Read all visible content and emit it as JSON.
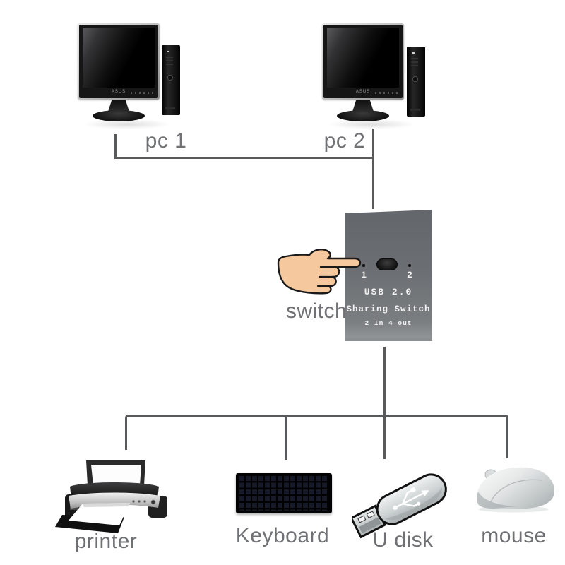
{
  "colors": {
    "background": "#ffffff",
    "connector_line": "#58595a",
    "label_text": "#707174",
    "switch_body": "#6e7275",
    "switch_text": "#f2f2f2",
    "hand_skin": "#f6c89e",
    "hand_outline": "#1a1a1a"
  },
  "pcs": [
    {
      "label": "pc 1",
      "brand": "ASUS"
    },
    {
      "label": "pc 2",
      "brand": "ASUS"
    }
  ],
  "hub": {
    "label": "switch",
    "line1": "USB 2.0",
    "line2": "Sharing Switch",
    "line3": "2 In 4 out",
    "port1": "1",
    "port2": "2"
  },
  "devices": [
    {
      "label": "printer"
    },
    {
      "label": "Keyboard"
    },
    {
      "label": "U disk"
    },
    {
      "label": "mouse"
    }
  ]
}
